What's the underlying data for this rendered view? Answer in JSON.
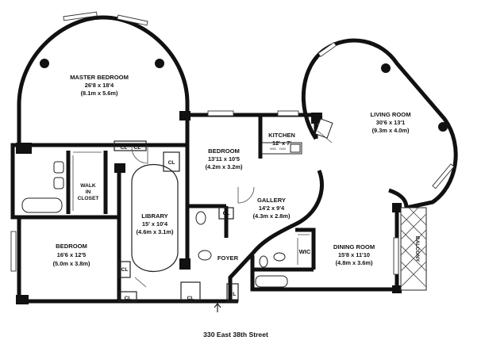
{
  "rooms": {
    "master_bedroom": {
      "name": "MASTER BEDROOM",
      "dims": "26'8 x 18'4",
      "metric": "(8.1m x 5.6m)"
    },
    "living_room": {
      "name": "LIVING ROOM",
      "dims": "30'6 x 13'1",
      "metric": "(9.3m x 4.0m)"
    },
    "kitchen": {
      "name": "KITCHEN",
      "dims": "12' x 7'"
    },
    "bedroom_center": {
      "name": "BEDROOM",
      "dims": "13'11 x 10'5",
      "metric": "(4.2m x 3.2m)"
    },
    "walk_in_closet": {
      "line1": "WALK",
      "line2": "IN",
      "line3": "CLOSET"
    },
    "library": {
      "name": "LIBRARY",
      "dims": "15' x 10'4",
      "metric": "(4.6m x 3.1m)"
    },
    "gallery": {
      "name": "GALLERY",
      "dims": "14'2 x 9'4",
      "metric": "(4.3m x 2.8m)"
    },
    "bedroom_left": {
      "name": "BEDROOM",
      "dims": "16'6 x 12'5",
      "metric": "(5.0m x 3.8m)"
    },
    "dining_room": {
      "name": "DINING ROOM",
      "dims": "15'8 x 11'10",
      "metric": "(4.8m x 3.6m)"
    },
    "foyer": {
      "name": "FOYER"
    },
    "wic": {
      "name": "WIC"
    },
    "balcony": {
      "name": "BALCONY"
    }
  },
  "closet_label": "CL",
  "appliances": {
    "wd": "W/D",
    "dw": "D/W"
  },
  "address": "330 East 38th Street"
}
